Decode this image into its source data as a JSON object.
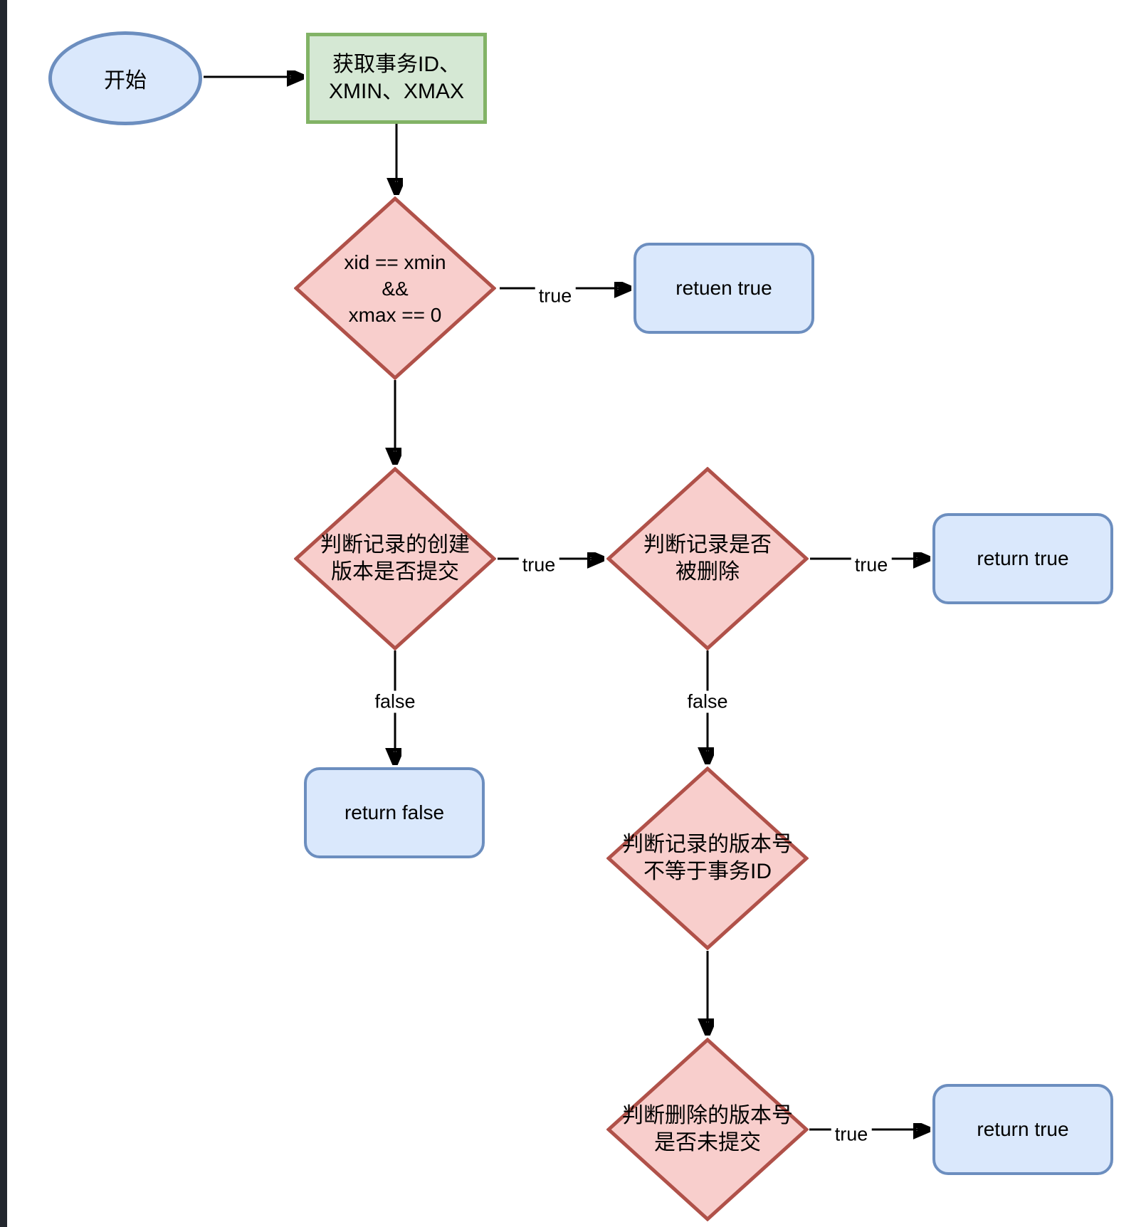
{
  "flowchart": {
    "title_hint": "MVCC record visibility decision flow",
    "nodes": {
      "start": {
        "label": "开始"
      },
      "get_transaction_info": {
        "line1": "获取事务ID、",
        "line2": "XMIN、XMAX"
      },
      "decision_xid_xmin_xmax": {
        "line1": "xid == xmin",
        "line2": "&&",
        "line3": "xmax == 0"
      },
      "terminal_retuen_true": {
        "label": "retuen true"
      },
      "decision_create_version_committed": {
        "line1": "判断记录的创建",
        "line2": "版本是否提交"
      },
      "decision_record_deleted": {
        "line1": "判断记录是否",
        "line2": "被删除"
      },
      "terminal_return_true_2": {
        "label": "return true"
      },
      "terminal_return_false": {
        "label": "return false"
      },
      "decision_version_not_equal_xid": {
        "line1": "判断记录的版本号",
        "line2": "不等于事务ID"
      },
      "decision_delete_version_uncommitted": {
        "line1": "判断删除的版本号",
        "line2": "是否未提交"
      },
      "terminal_return_true_3": {
        "label": "return true"
      }
    },
    "edge_labels": {
      "true_1": "true",
      "true_2": "true",
      "true_3": "true",
      "true_4": "true",
      "false_1": "false",
      "false_2": "false"
    },
    "colors": {
      "decision_fill": "#f8cecc",
      "decision_stroke": "#b05149",
      "terminal_fill": "#dae8fc",
      "terminal_stroke": "#6c8ebf",
      "process_fill": "#d5e8d4",
      "process_stroke": "#82b366",
      "connector": "#000000",
      "gutter": "#23272e"
    }
  }
}
